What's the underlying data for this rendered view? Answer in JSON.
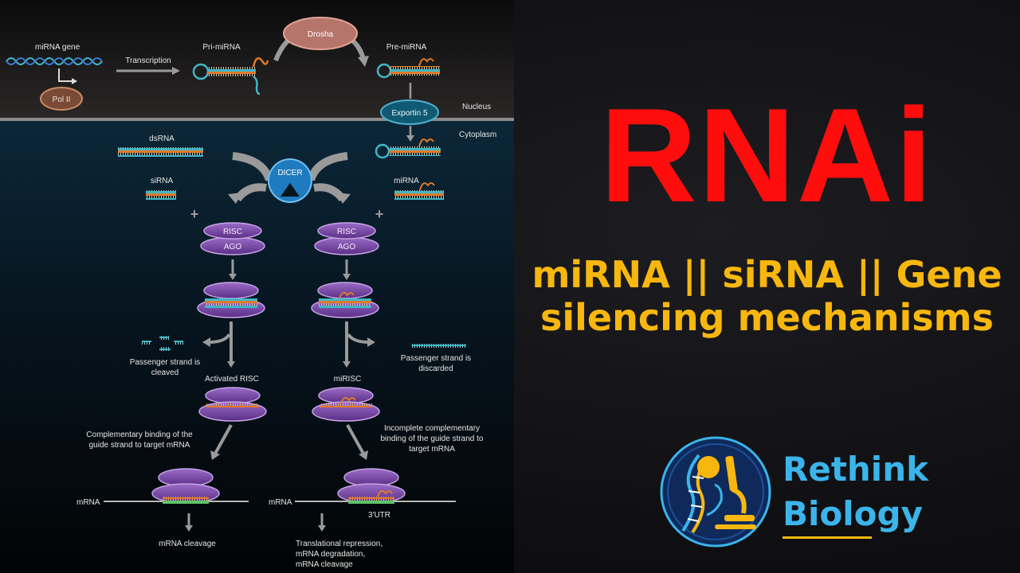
{
  "diagram": {
    "nucleus": {
      "gene_label": "miRNA gene",
      "polymerase": "Pol II",
      "transcription": "Transcription",
      "pri_mirna": "Pri-miRNA",
      "drosha": "Drosha",
      "pre_mirna": "Pre-miRNA",
      "exportin": "Exportin 5",
      "nucleus_label": "Nucleus",
      "cytoplasm_label": "Cytoplasm"
    },
    "cytoplasm": {
      "dsrna": "dsRNA",
      "sirna": "siRNA",
      "dicer": "DICER",
      "mirna": "miRNA",
      "plus": "+",
      "risc": "RISC",
      "ago": "AGO"
    },
    "sirna_path": {
      "passenger_line1": "Passenger strand is",
      "passenger_line2": "cleaved",
      "activated": "Activated RISC",
      "binding_line1": "Complementary binding of the",
      "binding_line2": "guide strand to target mRNA",
      "mrna": "mRNA",
      "outcome": "mRNA cleavage"
    },
    "mirna_path": {
      "passenger_line1": "Passenger strand is",
      "passenger_line2": "discarded",
      "mirisc": "miRISC",
      "binding_line1": "Incomplete complementary",
      "binding_line2": "binding of the guide strand to",
      "binding_line3": "target mRNA",
      "mrna": "mRNA",
      "utr": "3'UTR",
      "outcome_line1": "Translational repression,",
      "outcome_line2": "mRNA degradation,",
      "outcome_line3": "mRNA cleavage"
    }
  },
  "headline": {
    "title": "RNAi",
    "subtitle_line1": "miRNA || siRNA || Gene",
    "subtitle_line2": "silencing mechanisms"
  },
  "brand": {
    "line1": "Rethink",
    "line2": "Biology",
    "logo_icon": "dna-microscope-logo-icon"
  },
  "colors": {
    "title": "#ff0d0d",
    "subtitle": "#f7b70e",
    "brand": "#3bb4ea",
    "strand_orange": "#e07a2a",
    "strand_teal": "#3fb8c7",
    "risc_purple": "#8a55b5",
    "dicer_blue": "#1f7bbf"
  }
}
